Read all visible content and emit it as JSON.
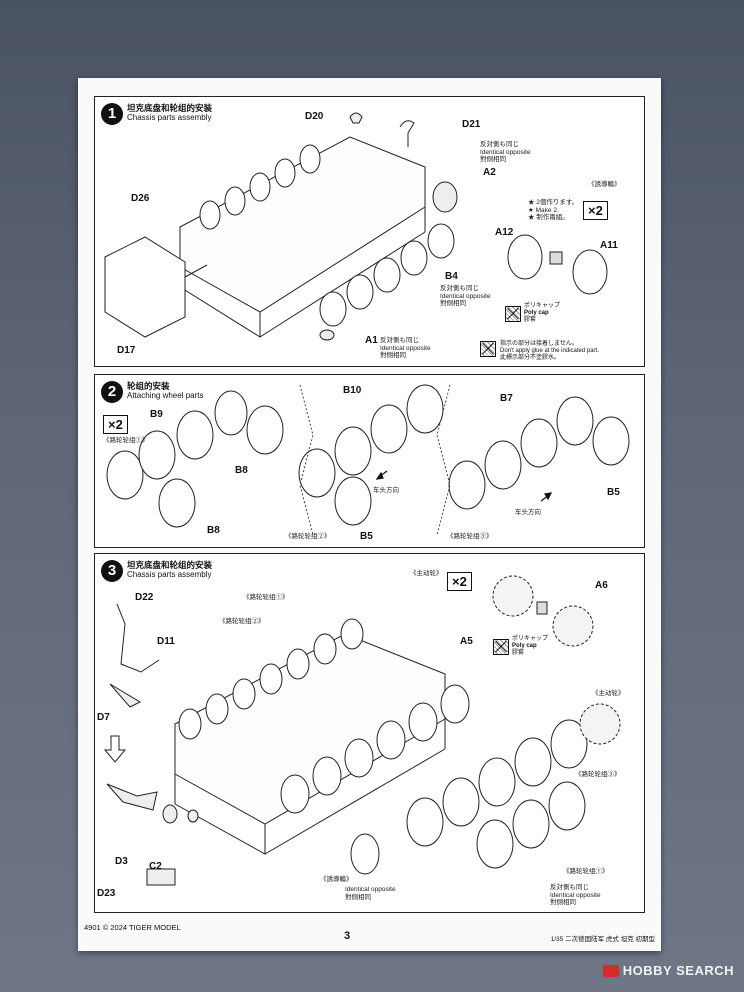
{
  "step1": {
    "number": "1",
    "title_cn": "坦克底盘和轮组的安装",
    "title_en": "Chassis parts assembly",
    "parts": {
      "d20": "D20",
      "d21": "D21",
      "a2": "A2",
      "d26": "D26",
      "a12": "A12",
      "a11": "A11",
      "b4": "B4",
      "d17": "D17",
      "a1": "A1"
    },
    "identical_a2": [
      "反対側も同じ",
      "Identical opposite",
      "對側相同"
    ],
    "identical_b4": [
      "反対側も同じ",
      "Identical opposite",
      "對側相同"
    ],
    "identical_a1": [
      "反対側も同じ",
      "Identical opposite",
      "對側相同"
    ],
    "guide_wheel_label": "《誘導輪》",
    "make2": [
      "★ 2個作ります。",
      "★ Make 2.",
      "★ 制作兩組。"
    ],
    "x2": "×2",
    "polycap": [
      "ポリキャップ",
      "Poly cap",
      "膠套"
    ],
    "noglue": [
      "指示の部分は接着しません。",
      "Don't apply glue at the indicated part.",
      "此標示部分不塗膠水。"
    ]
  },
  "step2": {
    "number": "2",
    "title_cn": "轮组的安装",
    "title_en": "Attaching wheel parts",
    "x2": "×2",
    "group1": "《路轮轮组①》",
    "group2": "《路轮轮组②》",
    "group3": "《路轮轮组③》",
    "parts": {
      "b9": "B9",
      "b8a": "B8",
      "b8b": "B8",
      "b10": "B10",
      "b5a": "B5",
      "b7": "B7",
      "b5b": "B5"
    },
    "direction_a": "车头方向",
    "direction_b": "车头方向"
  },
  "step3": {
    "number": "3",
    "title_cn": "坦克底盘和轮组的安装",
    "title_en": "Chassis parts assembly",
    "parts": {
      "d22": "D22",
      "d11": "D11",
      "d7": "D7",
      "d3": "D3",
      "c2": "C2",
      "d23": "D23",
      "a5": "A5",
      "a6": "A6"
    },
    "sprocket_label": "《主动轮》",
    "sprocket_label2": "《主动轮》",
    "x2": "×2",
    "polycap": [
      "ポリキャップ",
      "Poly cap",
      "膠套"
    ],
    "group1_top": "《路轮轮组①》",
    "group2_top": "《路轮轮组②》",
    "group3_right": "《路轮轮组③》",
    "group1_right": "《路轮轮组①》",
    "idler_label": "《誘導輪》",
    "identical_left": [
      "Identical opposite",
      "對側相同"
    ],
    "identical_right": [
      "反対側も同じ",
      "Identical opposite",
      "對側相同"
    ]
  },
  "footer": {
    "left": "4901 © 2024 TIGER MODEL",
    "page": "3",
    "right": "1/35  二次德国陆军 虎式 坦克 初期型"
  },
  "watermark": "HOBBY SEARCH"
}
